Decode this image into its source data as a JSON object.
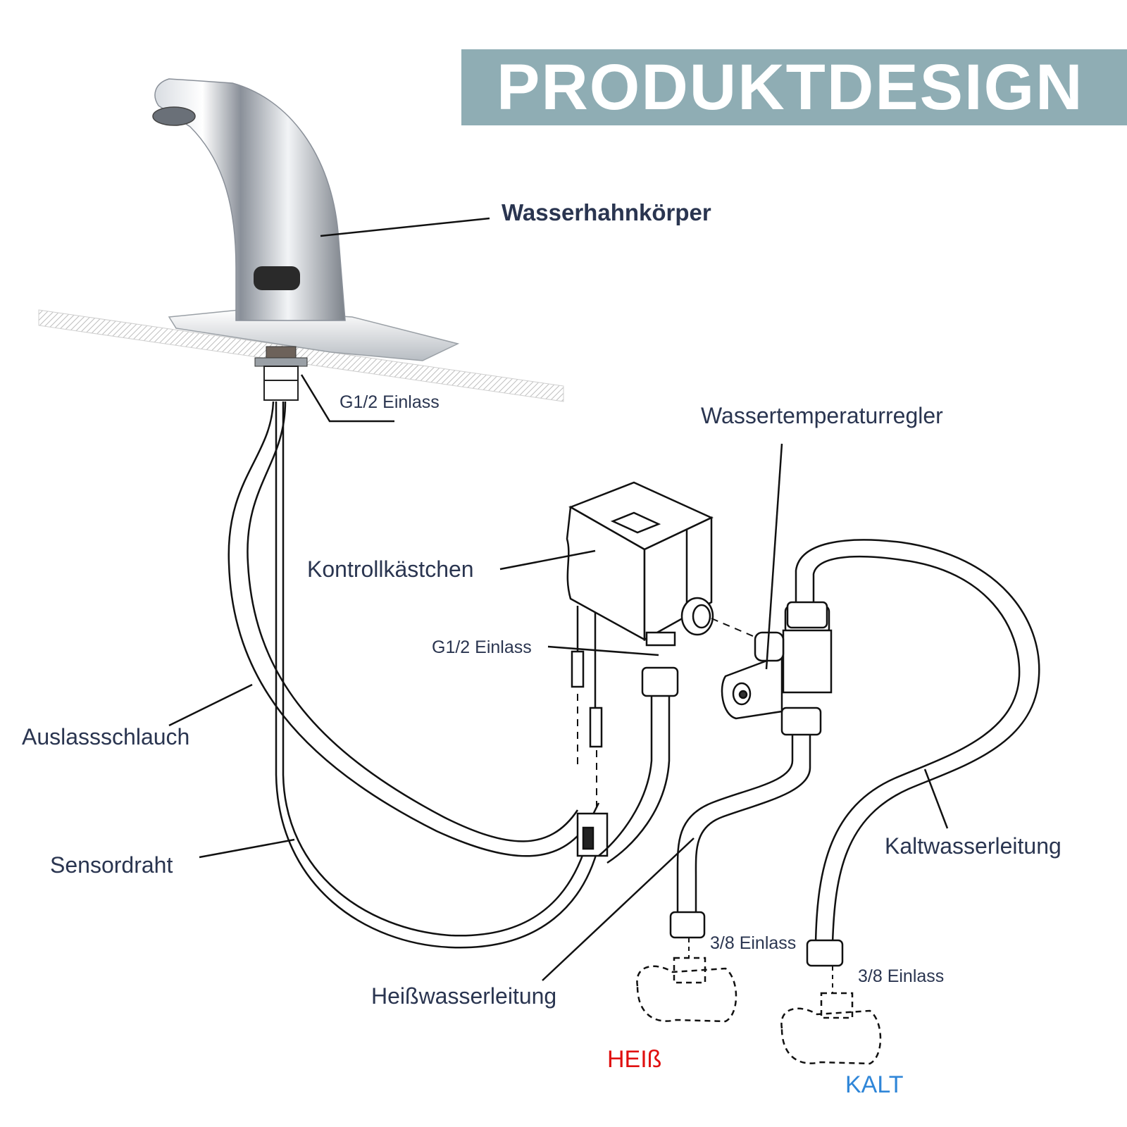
{
  "banner": {
    "title": "PRODUKTDESIGN",
    "color": "#8fadb4"
  },
  "labels": {
    "faucet_body": "Wasserhahnkörper",
    "inlet_top": "G1/2 Einlass",
    "temp_regulator": "Wassertemperaturregler",
    "control_box": "Kontrollkästchen",
    "inlet_box": "G1/2 Einlass",
    "outlet_hose": "Auslassschlauch",
    "sensor_wire": "Sensordraht",
    "cold_line": "Kaltwasserleitung",
    "hot_line": "Heißwasserleitung",
    "inlet_hot": "3/8 Einlass",
    "inlet_cold": "3/8 Einlass",
    "hot": "HEIß",
    "cold": "KALT"
  },
  "colors": {
    "hot": "#e01010",
    "cold": "#2f86d8",
    "label": "#2a3550",
    "line": "#111111"
  },
  "icons": [
    "faucet-icon",
    "control-box-icon",
    "mixing-valve-icon",
    "angle-valve-icon"
  ]
}
